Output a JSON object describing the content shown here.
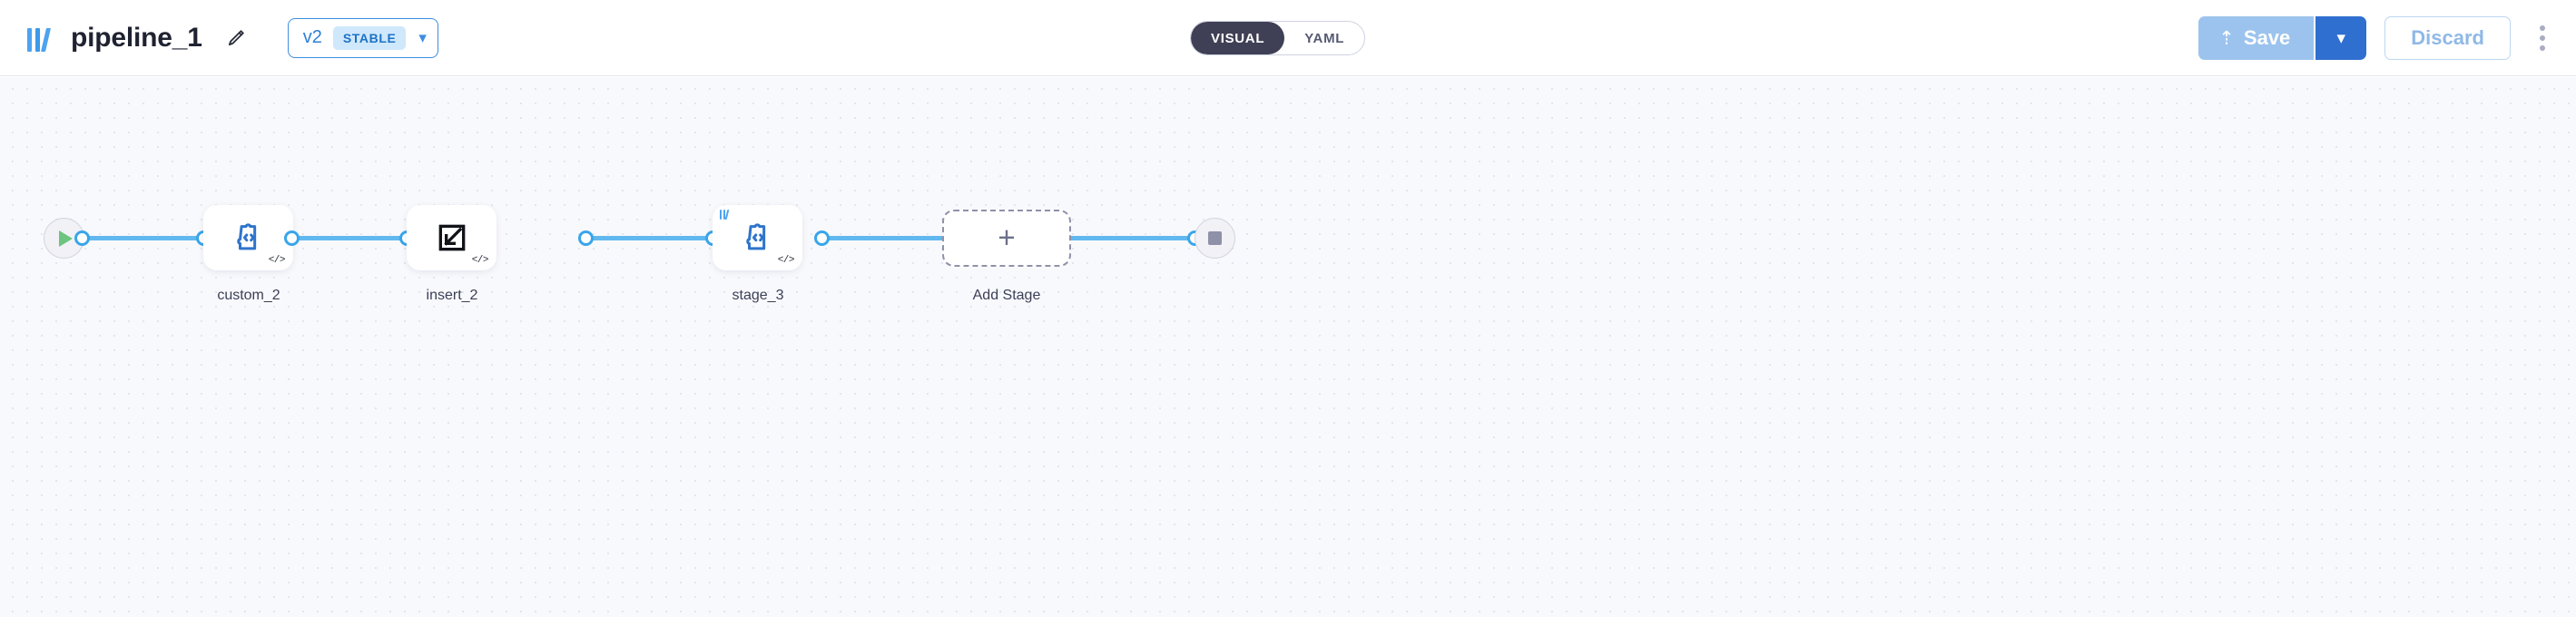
{
  "header": {
    "logo_icon": "bars-logo-icon",
    "title": "pipeline_1",
    "edit_icon": "pencil-icon",
    "version": {
      "label": "v2",
      "badge": "STABLE",
      "chevron_icon": "chevron-down-icon"
    },
    "mode_toggle": {
      "options": [
        {
          "label": "VISUAL",
          "active": true
        },
        {
          "label": "YAML",
          "active": false
        }
      ]
    },
    "actions": {
      "save_label": "Save",
      "save_icon": "upload-arrow-icon",
      "save_caret_icon": "chevron-down-icon",
      "discard_label": "Discard",
      "menu_icon": "kebab-menu-icon"
    },
    "colors": {
      "accent_blue": "#2f6fd0",
      "save_disabled": "#9cc3ed",
      "toggle_active": "#3f4055",
      "badge_bg": "#cfe8fb",
      "edge": "#61b8ef",
      "port": "#39a5ea"
    }
  },
  "canvas": {
    "background": "#f8f9fc",
    "grid_dot_color": "#e3e5ee",
    "start_node": {
      "name": "start-node",
      "icon": "play-icon"
    },
    "end_node": {
      "name": "end-node",
      "icon": "stop-square-icon"
    },
    "stages": [
      {
        "label": "custom_2",
        "icon": "puzzle-code-icon",
        "code_badge": "</>",
        "logo_badge": false
      },
      {
        "label": "insert_2",
        "icon": "insert-arrow-box-icon",
        "code_badge": "</>",
        "logo_badge": false
      },
      {
        "label": "stage_3",
        "icon": "puzzle-code-icon",
        "code_badge": "</>",
        "logo_badge": true
      }
    ],
    "add_stage": {
      "label": "Add Stage",
      "icon": "plus-icon"
    }
  }
}
